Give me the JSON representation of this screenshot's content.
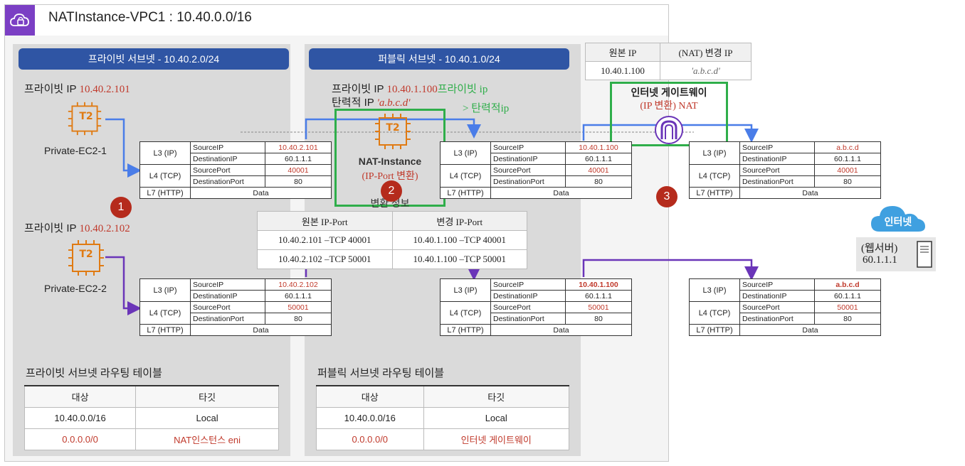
{
  "vpc": {
    "title": "NATInstance-VPC1 : 10.40.0.0/16"
  },
  "private_subnet": {
    "header": "프라이빗 서브넷 - 10.40.2.0/24",
    "ec2_1": {
      "ip_label": "프라이빗 IP",
      "ip": "10.40.2.101",
      "chip": "T2",
      "name": "Private-EC2-1"
    },
    "ec2_2": {
      "ip_label": "프라이빗 IP",
      "ip": "10.40.2.102",
      "chip": "T2",
      "name": "Private-EC2-2"
    },
    "route_table": {
      "title": "프라이빗 서브넷 라우팅 테이블",
      "headers": [
        "대상",
        "타깃"
      ],
      "rows": [
        [
          "10.40.0.0/16",
          "Local"
        ],
        [
          "0.0.0.0/0",
          "NAT인스턴스 eni"
        ]
      ]
    }
  },
  "public_subnet": {
    "header": "퍼블릭 서브넷 - 10.40.1.0/24",
    "nat_private_ip_label": "프라이빗 IP",
    "nat_private_ip": "10.40.1.100",
    "nat_elastic_ip_label": "탄력적 IP",
    "nat_elastic_ip": "'a.b.c.d'",
    "annotation_line1": "프라이빗 ip",
    "annotation_line2": "> 탄력적ip",
    "chip": "T2",
    "nat_name": "NAT-Instance",
    "nat_sub": "(IP-Port 변환)",
    "conv_label": "변환 정보",
    "route_table": {
      "title": "퍼블릭 서브넷 라우팅 테이블",
      "headers": [
        "대상",
        "타깃"
      ],
      "rows": [
        [
          "10.40.0.0/16",
          "Local"
        ],
        [
          "0.0.0.0/0",
          "인터넷 게이트웨이"
        ]
      ]
    }
  },
  "port_map": {
    "headers": [
      "원본 IP-Port",
      "변경 IP-Port"
    ],
    "rows": [
      [
        "10.40.2.101 –TCP 40001",
        "10.40.1.100 –TCP 40001"
      ],
      [
        "10.40.2.102 –TCP 50001",
        "10.40.1.100 –TCP 50001"
      ]
    ]
  },
  "nat_ip_table": {
    "headers": [
      "원본 IP",
      "(NAT) 변경 IP"
    ],
    "rows": [
      [
        "10.40.1.100",
        "'a.b.c.d'"
      ]
    ]
  },
  "igw": {
    "title": "인터넷 게이트웨이",
    "sub": "(IP 변환) NAT"
  },
  "internet": {
    "label": "인터넷",
    "webserver_label": "(웹서버)",
    "webserver_ip": "60.1.1.1"
  },
  "badges": [
    "1",
    "2",
    "3"
  ],
  "packets": {
    "layers": [
      "L3 (IP)",
      "L4 (TCP)",
      "L7 (HTTP)"
    ],
    "fields": [
      "SourceIP",
      "DestinationIP",
      "SourcePort",
      "DestinationPort"
    ],
    "data_label": "Data",
    "p1": [
      "10.40.2.101",
      "60.1.1.1",
      "40001",
      "80"
    ],
    "p2": [
      "10.40.1.100",
      "60.1.1.1",
      "40001",
      "80"
    ],
    "p3": [
      "a.b.c.d",
      "60.1.1.1",
      "40001",
      "80"
    ],
    "p4": [
      "10.40.2.102",
      "60.1.1.1",
      "50001",
      "80"
    ],
    "p5": [
      "10.40.1.100",
      "60.1.1.1",
      "50001",
      "80"
    ],
    "p6": [
      "a.b.c.d",
      "60.1.1.1",
      "50001",
      "80"
    ]
  },
  "colors": {
    "flow1": "#4a7de8",
    "flow2": "#6a35b8",
    "highlight": "#2fae4a",
    "accent_red": "#c0392b",
    "subnet_header": "#2f55a4"
  }
}
